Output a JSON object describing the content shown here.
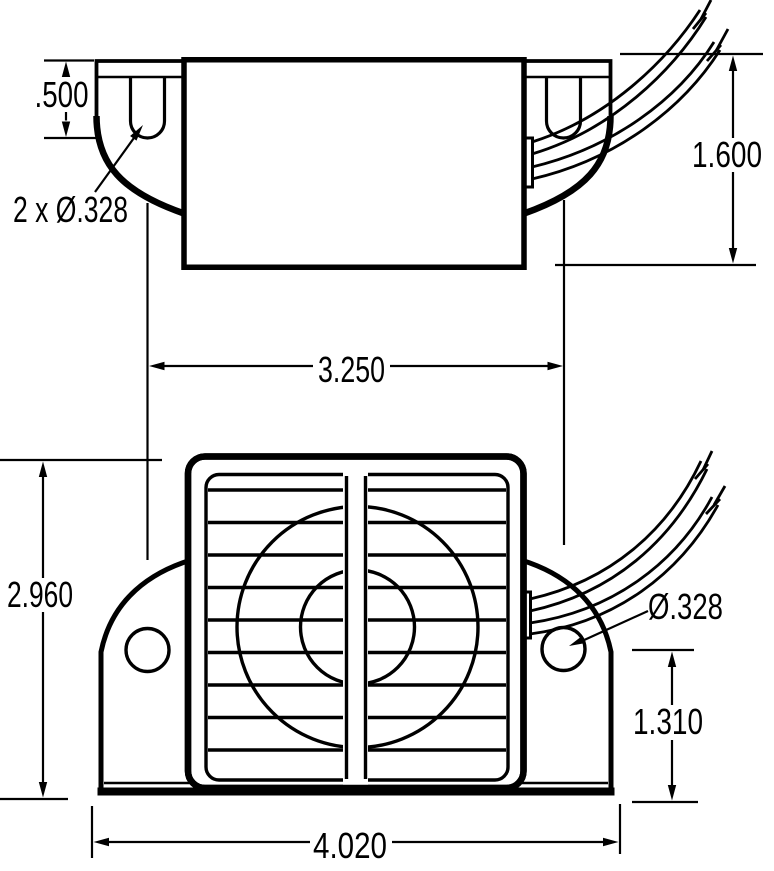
{
  "colors": {
    "line": "#000000",
    "background": "#ffffff"
  },
  "views": {
    "top": {
      "dimensions": {
        "flange_height": ".500",
        "slot_callout": "2 x Ø.328",
        "body_height": "1.600",
        "slot_spacing": "3.250"
      }
    },
    "front": {
      "dimensions": {
        "overall_height": "2.960",
        "hole_callout": "Ø.328",
        "hole_to_base": "1.310",
        "overall_width": "4.020"
      }
    }
  }
}
